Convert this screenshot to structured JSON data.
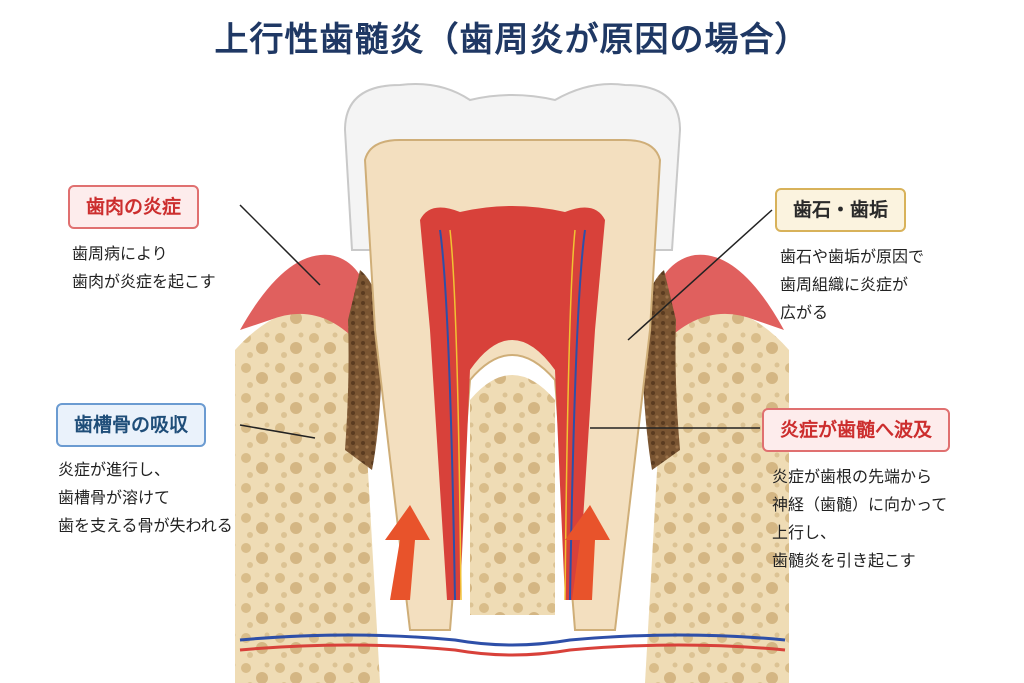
{
  "title": "上行性歯髄炎（歯周炎が原因の場合）",
  "callouts": {
    "gum_inflammation": {
      "label": "歯肉の炎症",
      "text": "歯周病により\n歯肉が炎症を起こす"
    },
    "bone_resorption": {
      "label": "歯槽骨の吸収",
      "text": "炎症が進行し、\n歯槽骨が溶けて\n歯を支える骨が失われる"
    },
    "tartar_plaque": {
      "label": "歯石・歯垢",
      "text": "歯石や歯垢が原因で\n歯周組織に炎症が\n広がる"
    },
    "pulp_spread": {
      "label": "炎症が歯髄へ波及",
      "text": "炎症が歯根の先端から\n神経（歯髄）に向かって\n上行し、\n歯髄炎を引き起こす"
    }
  },
  "colors": {
    "title": "#1f3864",
    "red_label": "#cc2e2e",
    "blue_label": "#1f4e79",
    "enamel": "#f4f4f4",
    "dentin": "#f3dfbf",
    "pulp": "#d8413a",
    "bone": "#efdcb5",
    "gum": "#e0605e"
  }
}
